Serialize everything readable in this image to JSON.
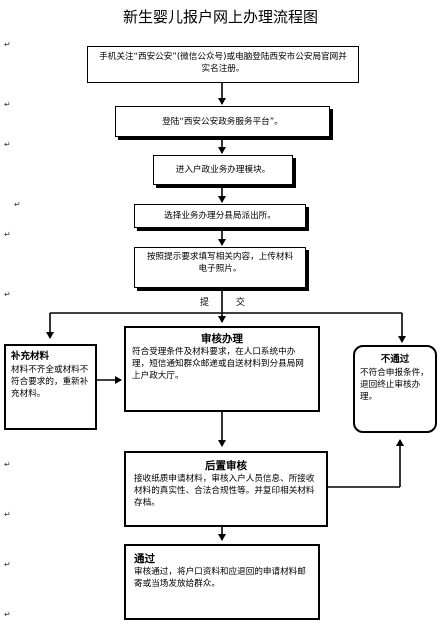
{
  "title": "新生婴儿报户网上办理流程图",
  "steps": [
    {
      "text": "手机关注“西安公安”(微信公众号)或电脑登陆西安市公安局官网并实名注册。"
    },
    {
      "text": "登陆“西安公安政务服务平台”。"
    },
    {
      "text": "进入户政业务办理模块。"
    },
    {
      "text": "选择业务办理分县局派出所。"
    },
    {
      "text": "按照提示要求填写相关内容，上传材料电子照片。"
    }
  ],
  "submit_label": "提 交",
  "review": {
    "heading": "审核办理",
    "text": "符合受理条件及材料要求，在人口系统中办理，短信通知群众邮递或自送材料到分县局网上户政大厅。"
  },
  "supplement": {
    "heading": "补充材料",
    "text": "材料不齐全或材料不符合要求的，重新补充材料。"
  },
  "reject": {
    "heading": "不通过",
    "text": "不符合申报条件，退回终止审核办理。"
  },
  "post_review": {
    "heading": "后置审核",
    "text": "接收纸质申请材料，审核入户人员信息、所接收材料的真实性、合法合规性等。并复印相关材料存档。"
  },
  "pass": {
    "heading": "通过",
    "text": "审核通过，将户口资料和应退回的申请材料邮寄或当场发放给群众。"
  }
}
